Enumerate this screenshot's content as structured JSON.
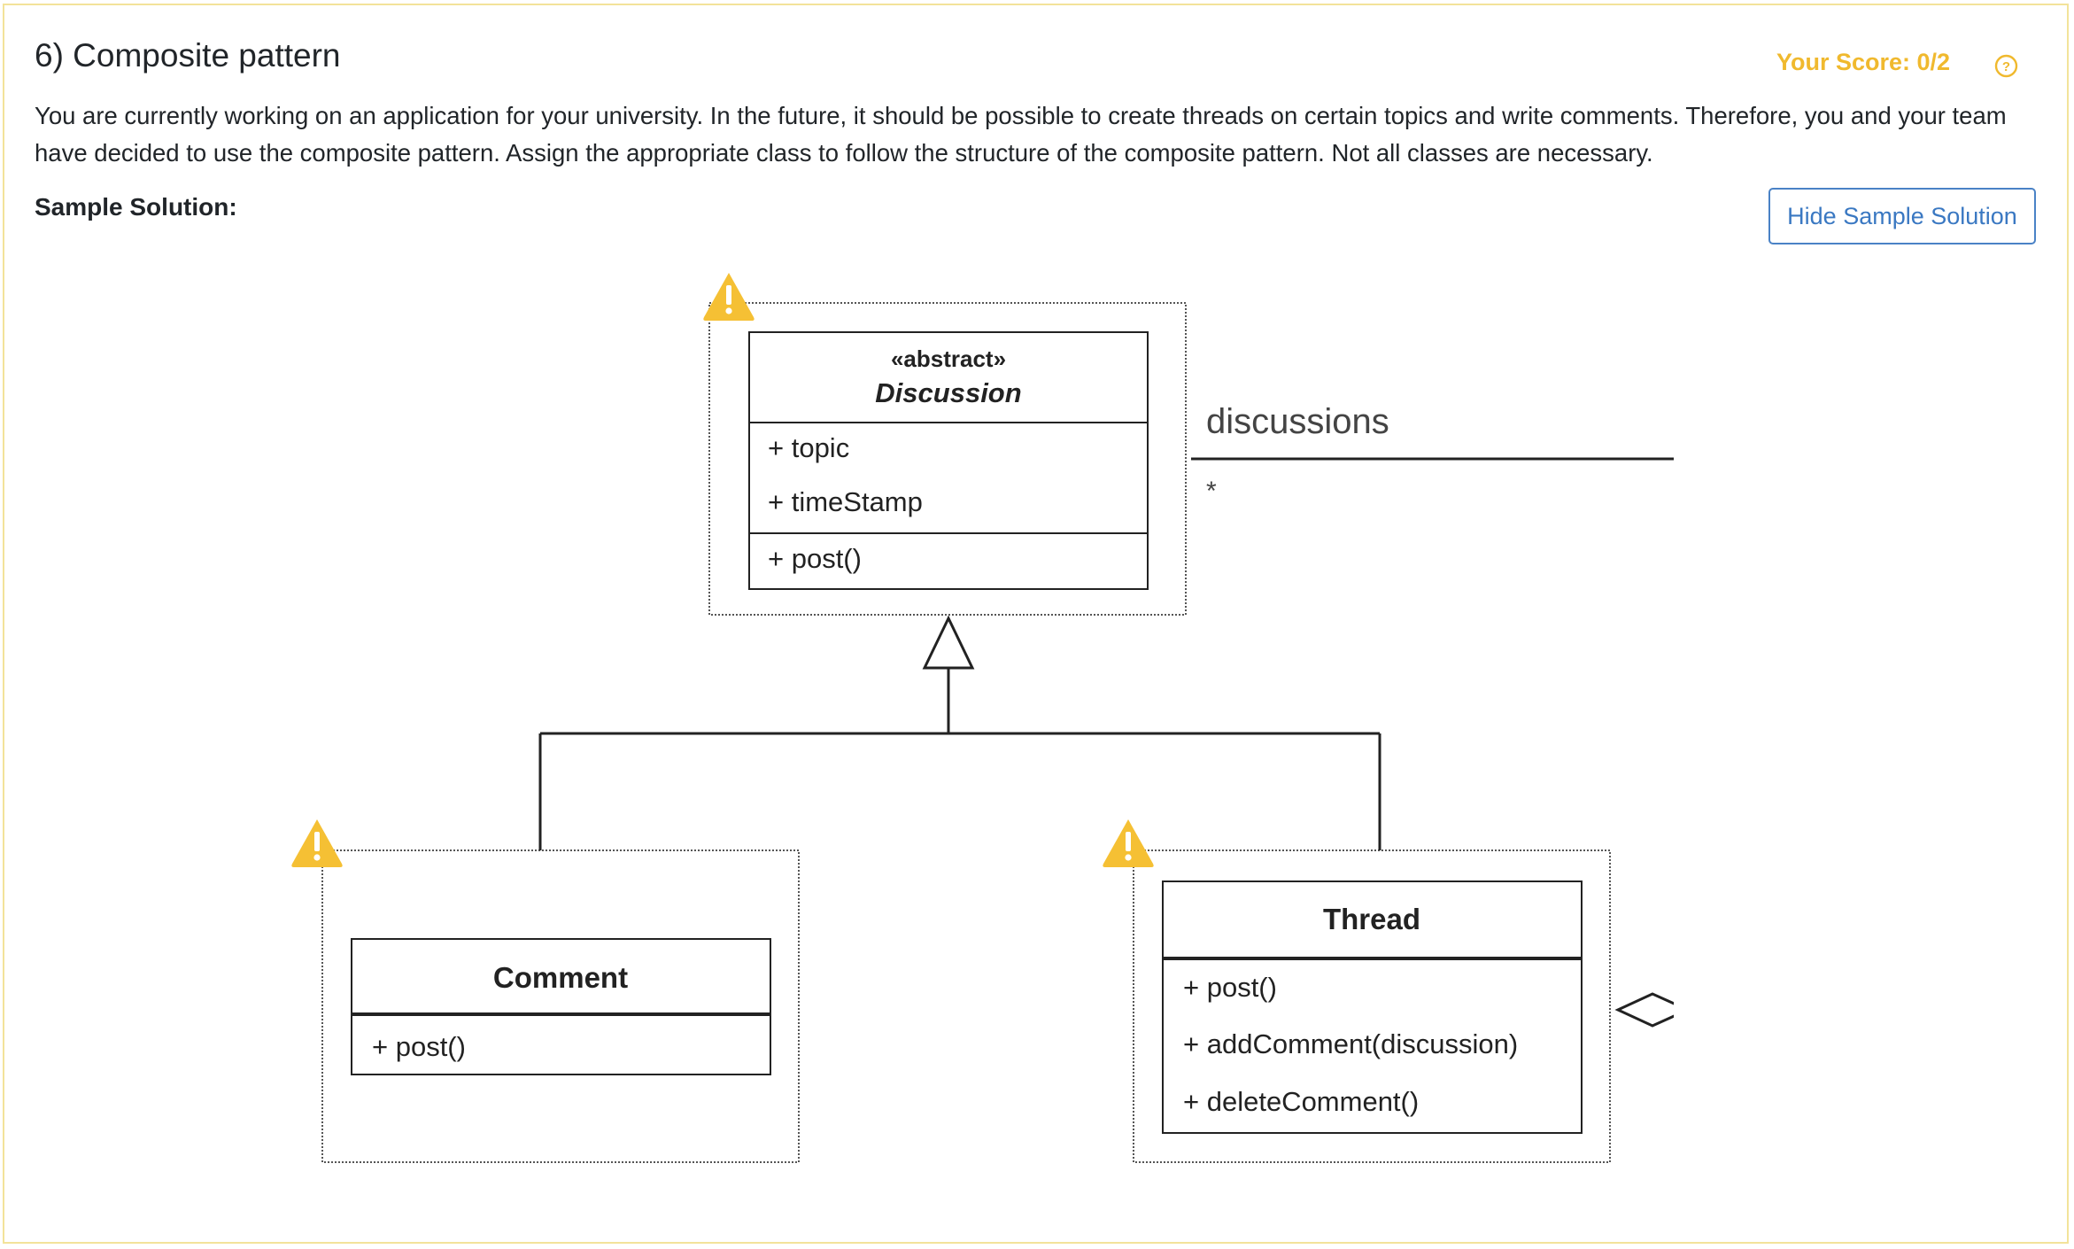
{
  "question": {
    "title": "6) Composite pattern",
    "score_text": "Your Score: 0/2",
    "description": "You are currently working on an application for your university. In the future, it should be possible to create threads on certain topics and write comments. Therefore, you and your team have decided to use the composite pattern. Assign the appropriate class to follow the structure of the composite pattern. Not all classes are necessary.",
    "sample_label": "Sample Solution:",
    "hide_button_label": "Hide Sample Solution"
  },
  "colors": {
    "score": "#f0b92e",
    "warning": "#f5c034",
    "button_text": "#3a78c2",
    "card_border": "#f3e39a"
  },
  "diagram": {
    "discussion": {
      "stereotype": "«abstract»",
      "name": "Discussion",
      "attributes": [
        "+ topic",
        "+ timeStamp"
      ],
      "methods": [
        "+ post()"
      ]
    },
    "comment": {
      "name": "Comment",
      "methods": [
        "+ post()"
      ]
    },
    "thread": {
      "name": "Thread",
      "methods": [
        "+ post()",
        "+ addComment(discussion)",
        "+ deleteComment()"
      ]
    },
    "association": {
      "role": "discussions",
      "multiplicity": "*"
    }
  }
}
